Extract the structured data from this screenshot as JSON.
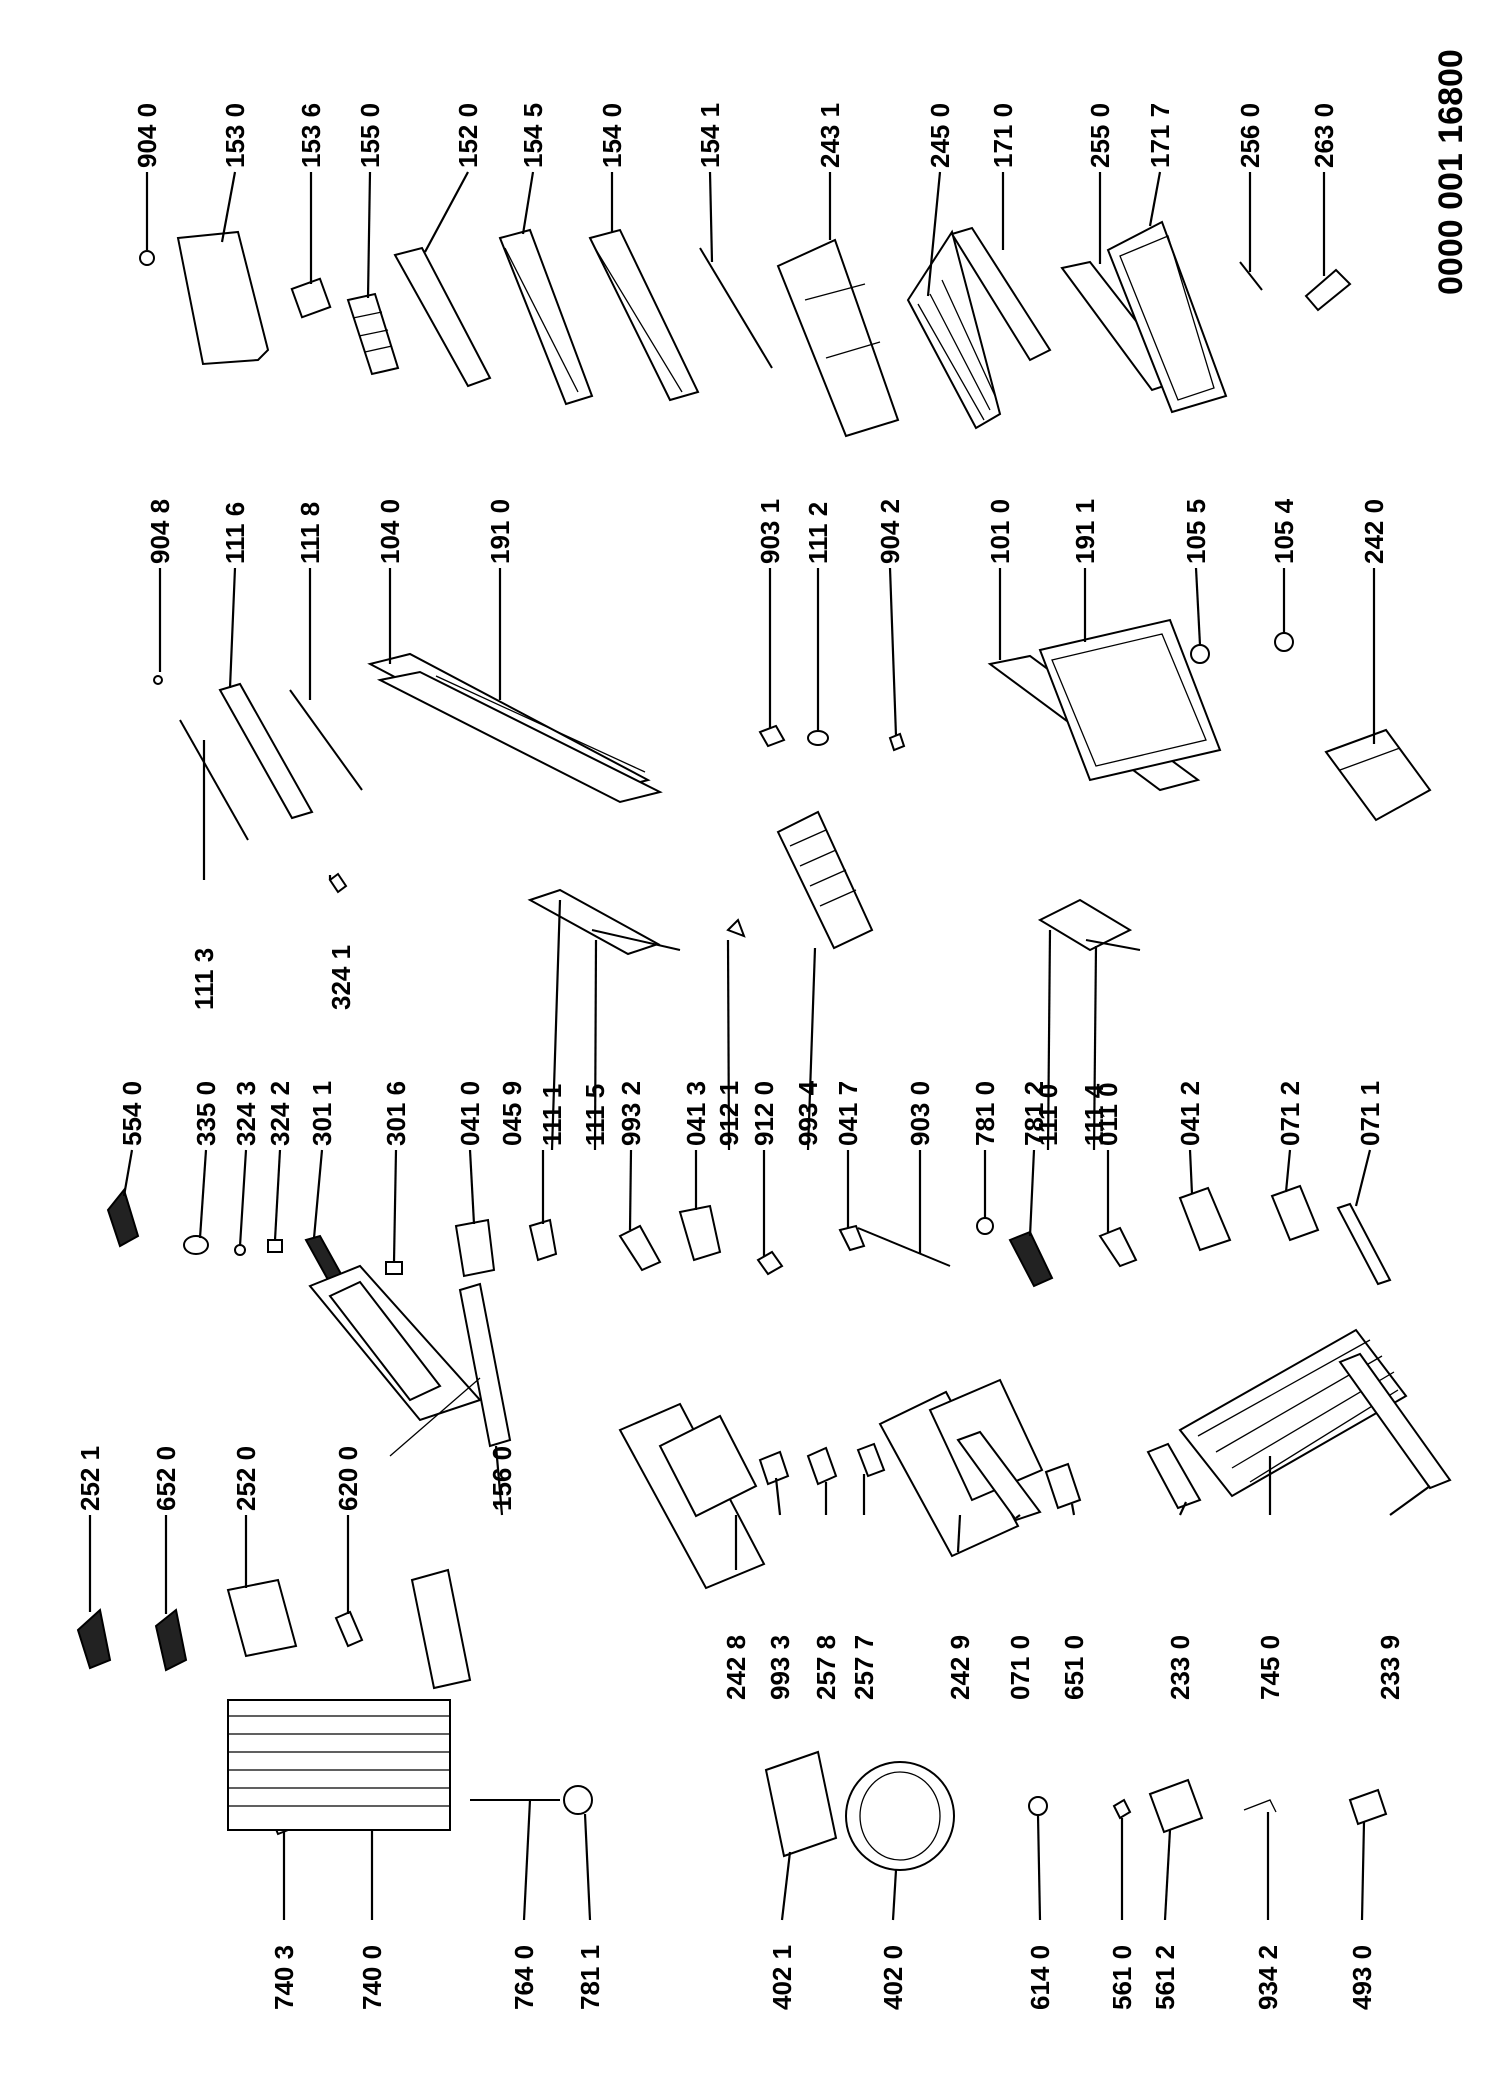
{
  "document_id": "0000 001 16800",
  "callouts": [
    {
      "id": "c1",
      "text": "904 0"
    },
    {
      "id": "c2",
      "text": "153 0"
    },
    {
      "id": "c3",
      "text": "153 6"
    },
    {
      "id": "c4",
      "text": "155 0"
    },
    {
      "id": "c5",
      "text": "152 0"
    },
    {
      "id": "c6",
      "text": "154 5"
    },
    {
      "id": "c7",
      "text": "154 0"
    },
    {
      "id": "c8",
      "text": "154 1"
    },
    {
      "id": "c9",
      "text": "243 1"
    },
    {
      "id": "c10",
      "text": "245 0"
    },
    {
      "id": "c11",
      "text": "171 0"
    },
    {
      "id": "c12",
      "text": "255 0"
    },
    {
      "id": "c13",
      "text": "171 7"
    },
    {
      "id": "c14",
      "text": "256 0"
    },
    {
      "id": "c15",
      "text": "263 0"
    },
    {
      "id": "c16",
      "text": "904 8"
    },
    {
      "id": "c17",
      "text": "111 6"
    },
    {
      "id": "c18",
      "text": "111 8"
    },
    {
      "id": "c19",
      "text": "104 0"
    },
    {
      "id": "c20",
      "text": "191 0"
    },
    {
      "id": "c21",
      "text": "903 1"
    },
    {
      "id": "c22",
      "text": "111 2"
    },
    {
      "id": "c23",
      "text": "904 2"
    },
    {
      "id": "c24",
      "text": "101 0"
    },
    {
      "id": "c25",
      "text": "191 1"
    },
    {
      "id": "c26",
      "text": "105 5"
    },
    {
      "id": "c27",
      "text": "105 4"
    },
    {
      "id": "c28",
      "text": "242 0"
    },
    {
      "id": "c29",
      "text": "111 3"
    },
    {
      "id": "c30",
      "text": "324 1"
    },
    {
      "id": "c31",
      "text": "554 0"
    },
    {
      "id": "c32",
      "text": "335 0"
    },
    {
      "id": "c33",
      "text": "324 3"
    },
    {
      "id": "c34",
      "text": "324 2"
    },
    {
      "id": "c35",
      "text": "301 1"
    },
    {
      "id": "c36",
      "text": "301 6"
    },
    {
      "id": "c37",
      "text": "041 0"
    },
    {
      "id": "c38",
      "text": "045 9"
    },
    {
      "id": "c39",
      "text": "111 1"
    },
    {
      "id": "c40",
      "text": "111 5"
    },
    {
      "id": "c41",
      "text": "993 2"
    },
    {
      "id": "c42",
      "text": "041 3"
    },
    {
      "id": "c43",
      "text": "912 1"
    },
    {
      "id": "c44",
      "text": "912 0"
    },
    {
      "id": "c45",
      "text": "993 4"
    },
    {
      "id": "c46",
      "text": "041 7"
    },
    {
      "id": "c47",
      "text": "903 0"
    },
    {
      "id": "c48",
      "text": "781 0"
    },
    {
      "id": "c49",
      "text": "781 2"
    },
    {
      "id": "c50",
      "text": "111 0"
    },
    {
      "id": "c51",
      "text": "111 4"
    },
    {
      "id": "c52",
      "text": "011 0"
    },
    {
      "id": "c53",
      "text": "041 2"
    },
    {
      "id": "c54",
      "text": "071 2"
    },
    {
      "id": "c55",
      "text": "071 1"
    },
    {
      "id": "c56",
      "text": "252 1"
    },
    {
      "id": "c57",
      "text": "652 0"
    },
    {
      "id": "c58",
      "text": "252 0"
    },
    {
      "id": "c59",
      "text": "620 0"
    },
    {
      "id": "c60",
      "text": "156 0"
    },
    {
      "id": "c61",
      "text": "242 8"
    },
    {
      "id": "c62",
      "text": "993 3"
    },
    {
      "id": "c63",
      "text": "257 8"
    },
    {
      "id": "c64",
      "text": "257 7"
    },
    {
      "id": "c65",
      "text": "242 9"
    },
    {
      "id": "c66",
      "text": "071 0"
    },
    {
      "id": "c67",
      "text": "651 0"
    },
    {
      "id": "c68",
      "text": "233 0"
    },
    {
      "id": "c69",
      "text": "745 0"
    },
    {
      "id": "c70",
      "text": "233 9"
    },
    {
      "id": "c71",
      "text": "740 3"
    },
    {
      "id": "c72",
      "text": "740 0"
    },
    {
      "id": "c73",
      "text": "764 0"
    },
    {
      "id": "c74",
      "text": "781 1"
    },
    {
      "id": "c75",
      "text": "402 1"
    },
    {
      "id": "c76",
      "text": "402 0"
    },
    {
      "id": "c77",
      "text": "614 0"
    },
    {
      "id": "c78",
      "text": "561 0"
    },
    {
      "id": "c79",
      "text": "561 2"
    },
    {
      "id": "c80",
      "text": "934 2"
    },
    {
      "id": "c81",
      "text": "493 0"
    }
  ]
}
